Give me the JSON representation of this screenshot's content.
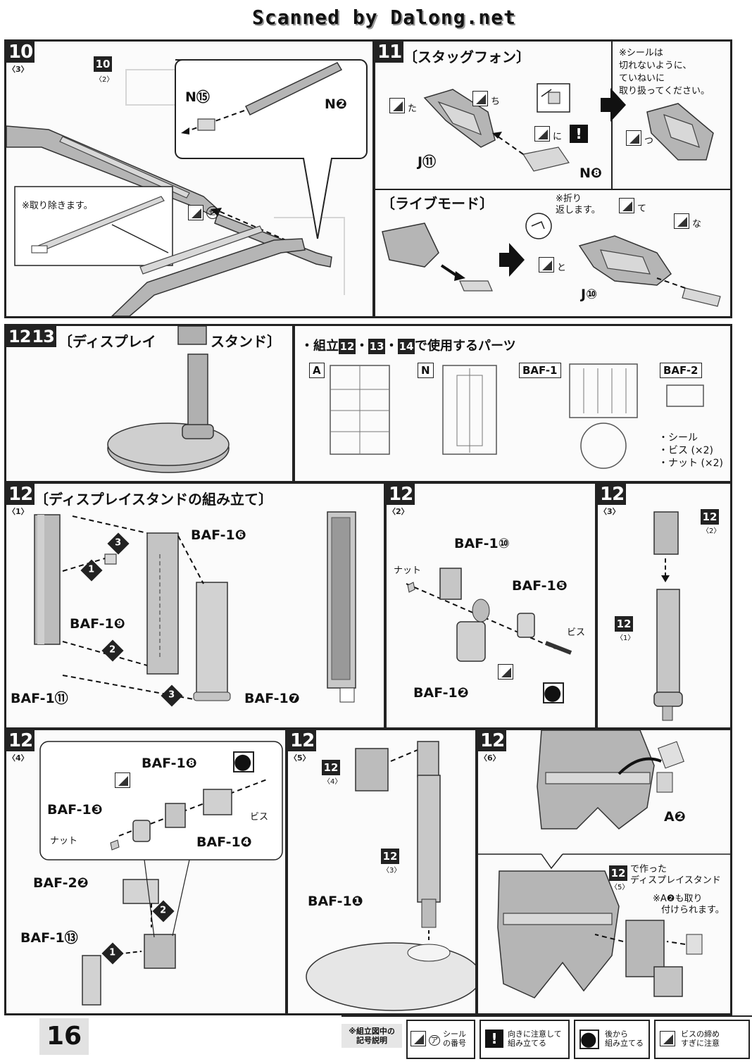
{
  "header": {
    "watermark": "Scanned by Dalong.net"
  },
  "page_number": "16",
  "step10": {
    "number": "10",
    "sub": "3",
    "ref_number": "10",
    "ref_sub": "2",
    "label_n15": "N⑮",
    "label_n2": "N❷",
    "remove_note": "※取り除きます。",
    "sticker_se": "せ"
  },
  "step11": {
    "number": "11",
    "title": "〔スタッグフォン〕",
    "sticker_ta": "た",
    "sticker_chi": "ち",
    "sticker_ni": "に",
    "sticker_tsu": "つ",
    "label_j11": "J⑪",
    "label_n8": "N❽",
    "note": "※シールは\n切れないように、\nていねいに\n取り扱ってください。",
    "live_mode_title": "〔ライブモード〕",
    "fold_note": "※折り\n返します。",
    "sticker_te": "て",
    "sticker_na": "な",
    "sticker_to": "と",
    "label_j10": "J⑩"
  },
  "step12_13": {
    "number_a": "12",
    "number_b": "13",
    "title_left": "〔ディスプレイ",
    "title_right": "スタンド〕",
    "parts_prefix": "・組立",
    "parts_n12": "12",
    "parts_n13": "13",
    "parts_n14": "14",
    "parts_suffix": "で使用するパーツ",
    "parts_sep": "・",
    "runner_a": "A",
    "runner_n": "N",
    "runner_baf1": "BAF-1",
    "runner_baf2": "BAF-2",
    "extras": [
      "・シール",
      "・ビス (×2)",
      "・ナット (×2)"
    ]
  },
  "step12_1": {
    "number": "12",
    "sub": "1",
    "title": "〔ディスプレイスタンドの組み立て〕",
    "parts": [
      "BAF-1❻",
      "BAF-1❾",
      "BAF-1⑪",
      "BAF-1❼"
    ],
    "order": [
      "3",
      "1",
      "2",
      "3"
    ]
  },
  "step12_2": {
    "number": "12",
    "sub": "2",
    "nut": "ナット",
    "screw": "ビス",
    "parts": [
      "BAF-1⑩",
      "BAF-1❺",
      "BAF-1❷"
    ]
  },
  "step12_3": {
    "number": "12",
    "sub": "3",
    "ref_top": "12",
    "ref_top_sub": "2",
    "ref_bottom": "12",
    "ref_bottom_sub": "1"
  },
  "step12_4": {
    "number": "12",
    "sub": "4",
    "parts": [
      "BAF-1❽",
      "BAF-1❸",
      "BAF-1❹",
      "BAF-2❷",
      "BAF-1⑬"
    ],
    "nut": "ナット",
    "screw": "ビス",
    "order": [
      "2",
      "1"
    ]
  },
  "step12_5": {
    "number": "12",
    "sub": "5",
    "ref_a": "12",
    "ref_a_sub": "4",
    "ref_b": "12",
    "ref_b_sub": "3",
    "part": "BAF-1❶"
  },
  "step12_6": {
    "number": "12",
    "sub": "6",
    "label_a2": "A❷",
    "ref": "12",
    "ref_sub": "5",
    "made_note_1": "で作った",
    "made_note_2": "ディスプレイスタンド",
    "a2_note_1": "※A❷も取り",
    "a2_note_2": "付けられます。"
  },
  "legend": {
    "heading_1": "※組立図中の",
    "heading_2": "記号説明",
    "sticker_glyph": "ア",
    "sticker_1": "シール",
    "sticker_2": "の番号",
    "direction_1": "向きに注意して",
    "direction_2": "組み立てる",
    "later_1": "後から",
    "later_2": "組み立てる",
    "screw_1": "ビスの締め",
    "screw_2": "すぎに注意"
  }
}
